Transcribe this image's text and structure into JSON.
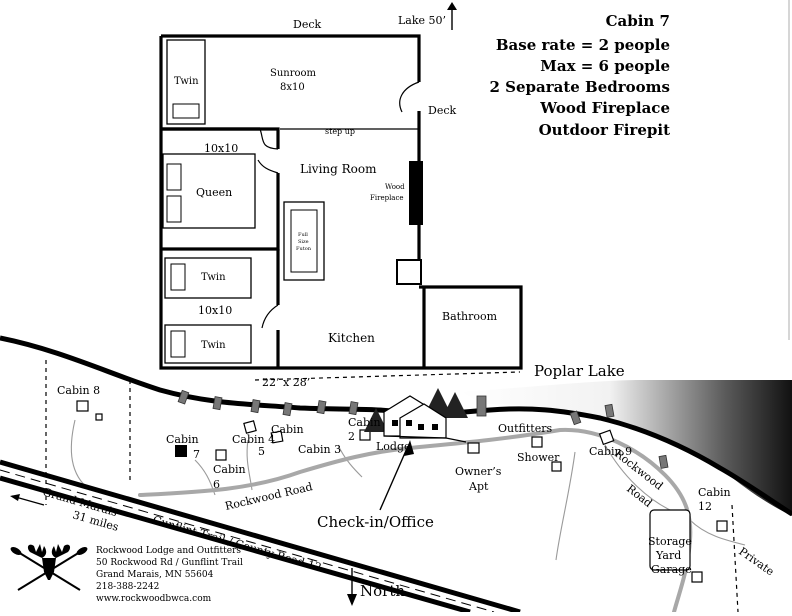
{
  "info": {
    "title": "Cabin 7",
    "lines": [
      "Base rate = 2 people",
      "Max = 6 people",
      "2 Separate Bedrooms",
      "Wood Fireplace",
      "Outdoor Firepit"
    ]
  },
  "floorplan": {
    "deck_top": "Deck",
    "deck_right": "Deck",
    "lake_note": "Lake 50’",
    "twin_sunroom": "Twin",
    "sunroom": "Sunroom",
    "sunroom_size": "8x10",
    "step_up": "step up",
    "bed1_size": "10x10",
    "queen": "Queen",
    "living_room": "Living Room",
    "fireplace_1": "Wood",
    "fireplace_2": "Fireplace",
    "futon_1": "Full",
    "futon_2": "Size",
    "futon_3": "Futon",
    "twin_a": "Twin",
    "bed2_size": "10x10",
    "twin_b": "Twin",
    "kitchen": "Kitchen",
    "bathroom": "Bathroom",
    "dimensions": "22’ x 28’"
  },
  "map": {
    "lake": "Poplar Lake",
    "labels": {
      "cabin8": "Cabin 8",
      "cabin7_a": "Cabin",
      "cabin7_b": "7",
      "cabin6_a": "Cabin",
      "cabin6_b": "6",
      "cabin5_a": "Cabin 4",
      "cabin5_b": "5",
      "cabin4": "Cabin",
      "cabin3": "Cabin 3",
      "cabin2_a": "Cabin",
      "cabin2_b": "2",
      "lodge": "Lodge",
      "outfitters": "Outfitters",
      "owners_a": "Owner’s",
      "owners_b": "Apt",
      "shower": "Shower",
      "cabin9": "Cabin 9",
      "rockwood_road_1": "Rockwood Road",
      "rockwood_road_2": "Rockwood",
      "rockwood_road_3": "Road",
      "cabin12_a": "Cabin",
      "cabin12_b": "12",
      "storage_a": "Storage",
      "storage_b": "Yard",
      "garage": "Garage",
      "private": "Private",
      "gunflint": "Gunflint Trail / County Road 12",
      "grand_marais_1": "Grand Marais",
      "grand_marais_2": "31 miles",
      "checkin": "Check-in/Office",
      "north": "North"
    }
  },
  "contact": {
    "line1": "Rockwood Lodge and Outfitters",
    "line2": "50 Rockwood Rd / Gunflint Trail",
    "line3": "Grand Marais, MN 55604",
    "line4": "218-388-2242",
    "line5": "www.rockwoodbwca.com"
  },
  "icons": [
    "moose-paddle-logo-icon",
    "north-arrow-icon",
    "lake-arrow-icon",
    "grand-marais-arrow-icon",
    "checkin-arrow-icon"
  ]
}
